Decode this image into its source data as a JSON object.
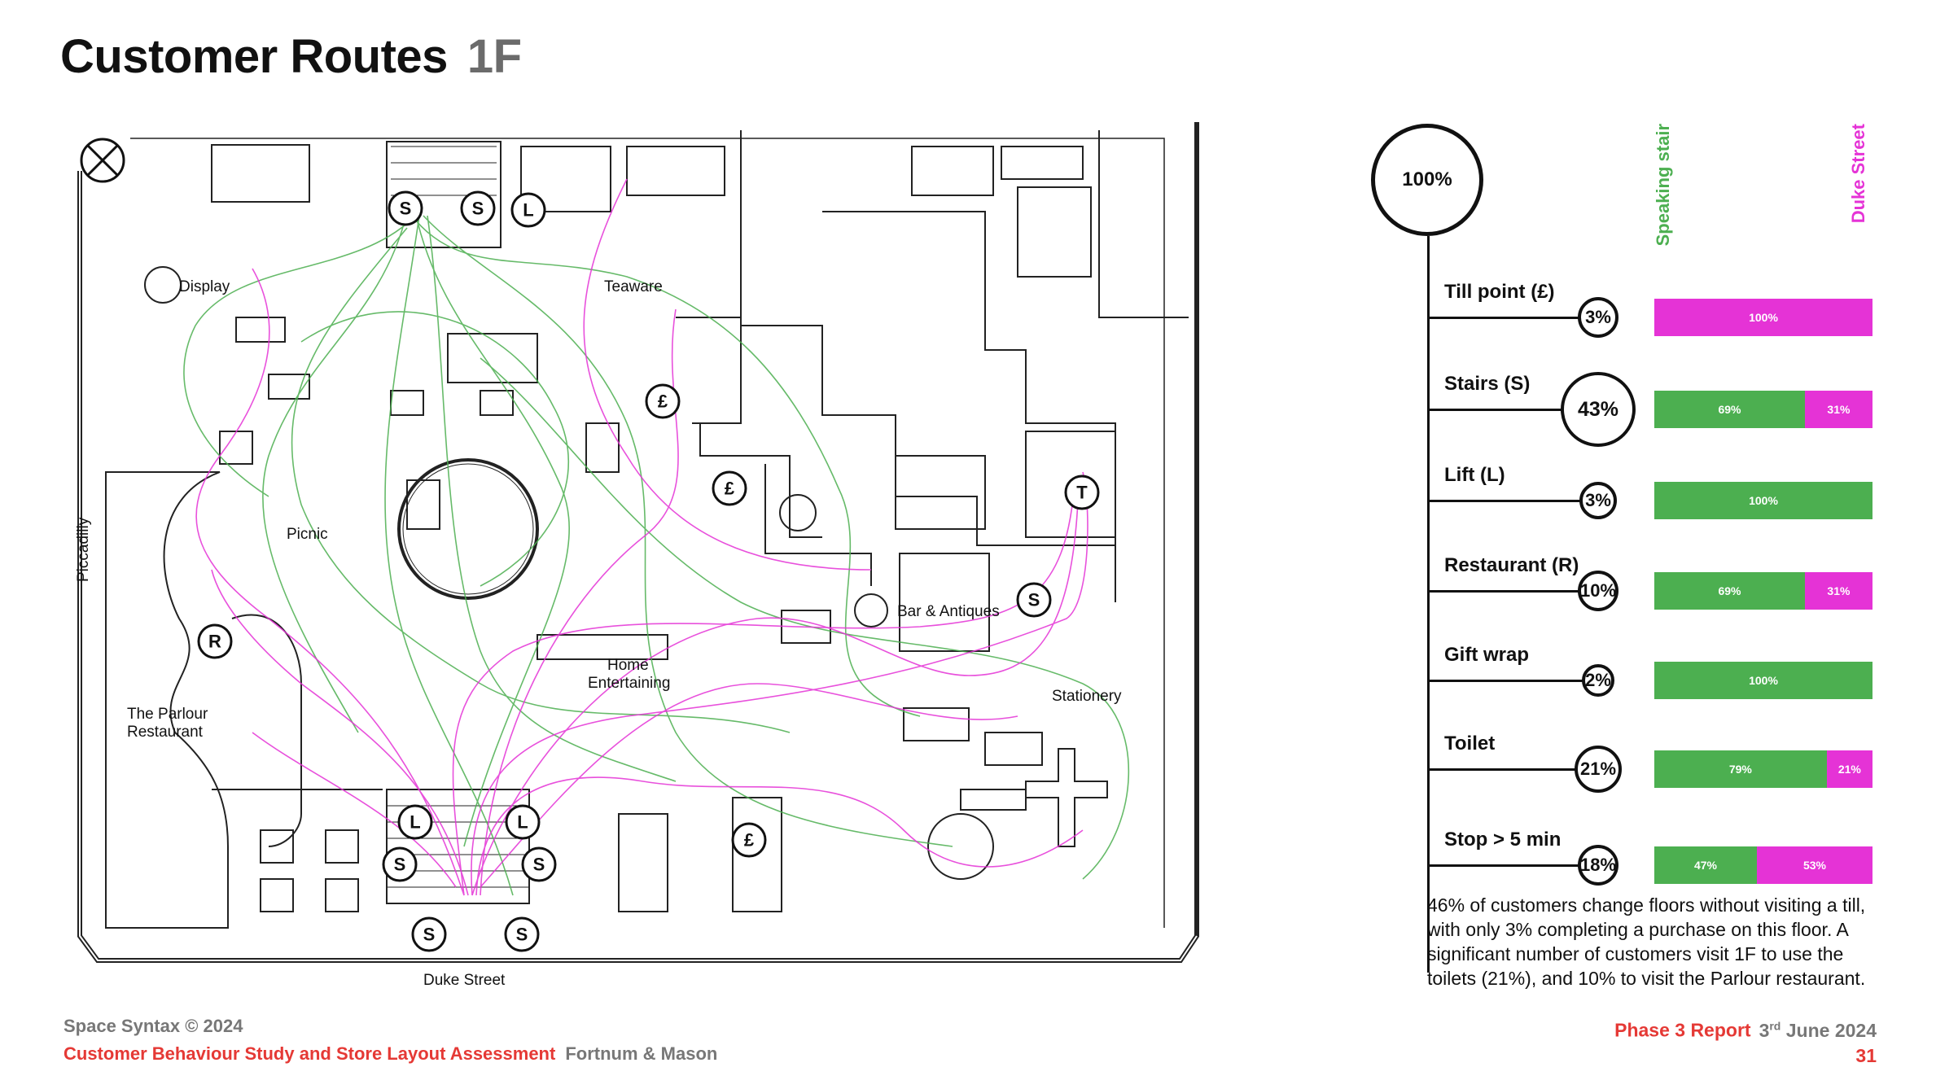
{
  "header": {
    "title": "Customer Routes",
    "floor": "1F"
  },
  "plan_labels": {
    "display": "Display",
    "teaware": "Teaware",
    "picnic": "Picnic",
    "piccadilly": "Piccadilly",
    "parlour_1": "The Parlour",
    "parlour_2": "Restaurant",
    "bar": "Bar & Antiques",
    "home_1": "Home",
    "home_2": "Entertaining",
    "stationery": "Stationery",
    "duke": "Duke Street"
  },
  "markers": {
    "stairs": "S",
    "lift": "L",
    "till": "£",
    "toilet": "T",
    "restaurant": "R"
  },
  "legend": {
    "green": "Speaking stair",
    "pink": "Duke Street"
  },
  "colors": {
    "green": "#4caf50",
    "pink": "#e533d6",
    "red": "#e53935",
    "grey": "#777777"
  },
  "funnel": {
    "root": "100%",
    "rows": [
      {
        "label": "Till point (£)",
        "pct": "3%",
        "green": "",
        "pink": "100%",
        "green_share": 0,
        "pink_share": 100
      },
      {
        "label": "Stairs (S)",
        "pct": "43%",
        "green": "69%",
        "pink": "31%",
        "green_share": 69,
        "pink_share": 31
      },
      {
        "label": "Lift  (L)",
        "pct": "3%",
        "green": "100%",
        "pink": "",
        "green_share": 100,
        "pink_share": 0
      },
      {
        "label": "Restaurant (R)",
        "pct": "10%",
        "green": "69%",
        "pink": "31%",
        "green_share": 69,
        "pink_share": 31
      },
      {
        "label": "Gift wrap",
        "pct": "2%",
        "green": "100%",
        "pink": "",
        "green_share": 100,
        "pink_share": 0
      },
      {
        "label": "Toilet",
        "pct": "21%",
        "green": "79%",
        "pink": "21%",
        "green_share": 79,
        "pink_share": 21
      },
      {
        "label": "Stop > 5 min",
        "pct": "18%",
        "green": "47%",
        "pink": "53%",
        "green_share": 47,
        "pink_share": 53
      }
    ]
  },
  "summary": "46% of customers change floors without visiting a till, with only 3% completing a purchase on this floor. A significant number of customers visit 1F to use the toilets (21%), and 10% to visit the Parlour restaurant.",
  "footer": {
    "copyright": "Space Syntax © 2024",
    "study": "Customer Behaviour Study and Store Layout Assessment",
    "client": "Fortnum & Mason",
    "report": "Phase 3 Report",
    "date_day": "3",
    "date_suffix": "rd",
    "date_rest": " June 2024",
    "page": "31"
  }
}
